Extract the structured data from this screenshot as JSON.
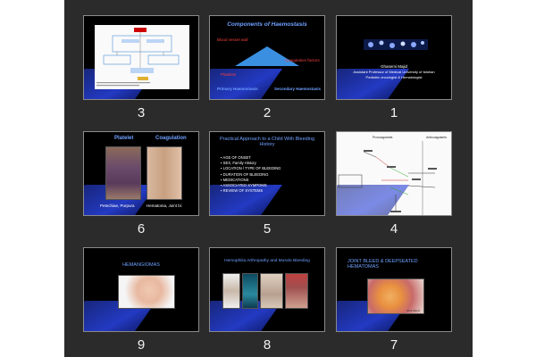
{
  "slides": [
    {
      "number": "3",
      "title": ""
    },
    {
      "number": "2",
      "title": "Components of Haemostasis",
      "labels": {
        "vessel": "Blood vessel wall",
        "coag": "Coagulation factors",
        "plt": "Platelets",
        "primary": "Primary Haemostasis",
        "secondary": "Secondary Haemostasis"
      }
    },
    {
      "number": "1",
      "author": "Ghasemi Majid",
      "affil1": "Assistant Professor of Medical University of Isfahan",
      "affil2": "Pediatric oncologist & Hematologist"
    },
    {
      "number": "6",
      "col1": "Platelet",
      "col2": "Coagulation",
      "cap1": "Petechiae, Purpura",
      "cap2": "Hematoma, Joint bl."
    },
    {
      "number": "5",
      "title": "Practical Approach to a Child With Bleeding History",
      "bullets": [
        "AGE OF ONSET",
        "SEX, Family History",
        "LOCATION / TYPE OF BLEEDING",
        "DURATION OF BLEEDING",
        "MEDICATIONS",
        "ASSOCIATED SYMPOMS",
        "REVIEW OF SYSTEMS"
      ]
    },
    {
      "number": "4",
      "hdr1": "Procoagulants",
      "hdr2": "Anticoagulants"
    },
    {
      "number": "9",
      "title": "HEMANGIOMAS"
    },
    {
      "number": "8",
      "title": "Hemophilia Arthropathy and Muscle Bleeding"
    },
    {
      "number": "7",
      "title": "JOINT BLEED & DEEPSEATED HEMATOMAS",
      "cap": "Joint bleed"
    }
  ],
  "colors": {
    "bg": "#2b2b2b",
    "accent": "#6ea0ff",
    "wedge": "#2740d8"
  }
}
